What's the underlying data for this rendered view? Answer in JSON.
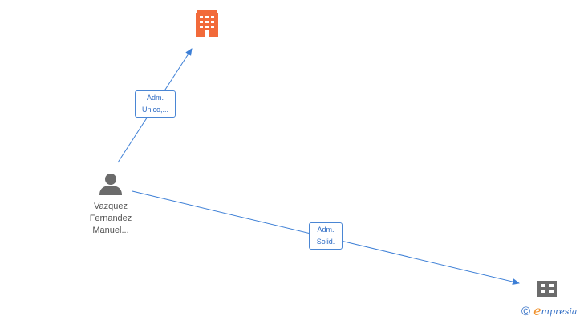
{
  "nodes": {
    "person": {
      "name_lines": [
        "Vazquez",
        "Fernandez",
        "Manuel..."
      ]
    }
  },
  "edges": [
    {
      "label_lines": [
        "Adm.",
        "Unico,..."
      ]
    },
    {
      "label_lines": [
        "Adm.",
        "Solid."
      ]
    }
  ],
  "colors": {
    "edge": "#3d7fd6",
    "company_highlight": "#f26a3a",
    "company_default": "#6b6b6b",
    "person_icon": "#6b6b6b"
  },
  "icons": {
    "top_company": "building-icon",
    "bottom_company": "building-grid-icon",
    "person": "person-icon"
  },
  "brand": {
    "copyright": "©",
    "initial": "e",
    "rest": "mpresia"
  }
}
